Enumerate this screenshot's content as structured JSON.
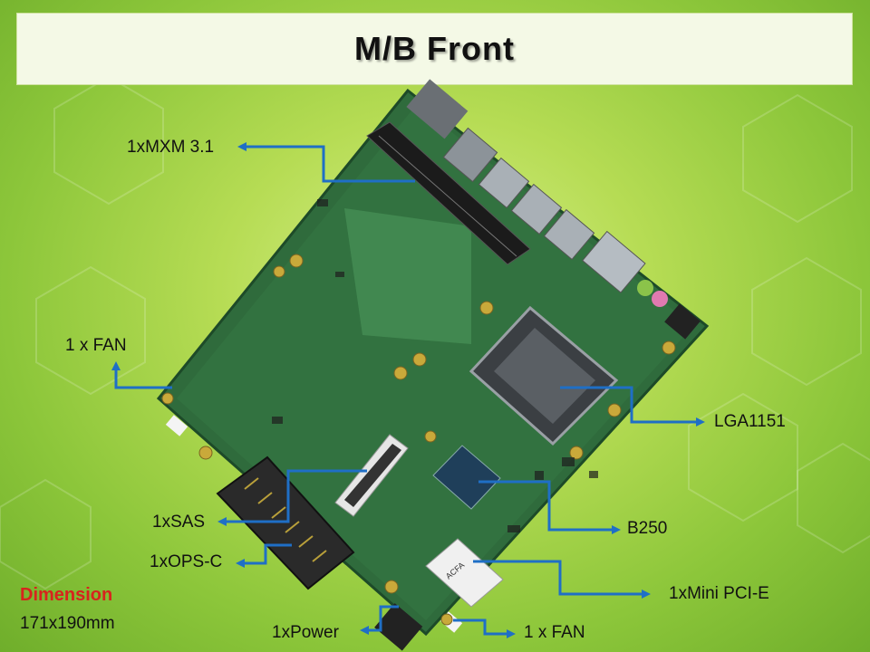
{
  "title": "M/B Front",
  "labels": {
    "mxm": "1xMXM 3.1",
    "fan_left": "1 x  FAN",
    "lga": "LGA1151",
    "sas": "1xSAS",
    "b250": "B250",
    "ops": "1xOPS-C",
    "minipcie": "1xMini PCI-E",
    "power": "1xPower",
    "fan_bottom": "1 x  FAN",
    "heatsink_marking": "ACFA"
  },
  "dimension": {
    "title": "Dimension",
    "value": "171x190mm"
  },
  "colors": {
    "arrow": "#1f6fc6",
    "dimension_title": "#d8231d",
    "pcb": "#2f6b3c"
  }
}
